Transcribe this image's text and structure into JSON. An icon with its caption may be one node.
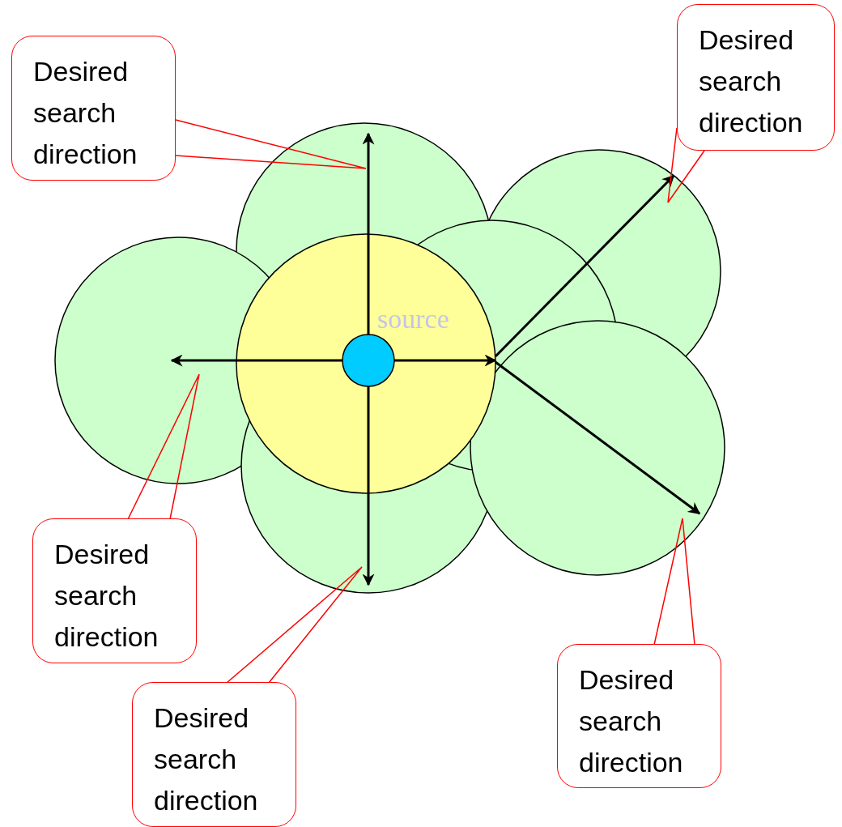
{
  "diagram": {
    "nodes": [
      {
        "text": [
          "Desired search direction"
        ]
      },
      {
        "text": [
          "Desired search direction"
        ]
      },
      {
        "text": [
          "Desired search direction"
        ]
      },
      {
        "text": [
          "Desired search direction"
        ]
      },
      {
        "text": [
          "Desired search direction"
        ]
      }
    ],
    "edges": [
      {
        "from": 0,
        "to": null,
        "arrow": "none"
      },
      {
        "from": 1,
        "to": null,
        "arrow": "none"
      },
      {
        "from": 2,
        "to": null,
        "arrow": "none"
      },
      {
        "from": 3,
        "to": null,
        "arrow": "none"
      },
      {
        "from": 4,
        "to": null,
        "arrow": "none"
      }
    ],
    "labels": [
      "source"
    ]
  }
}
